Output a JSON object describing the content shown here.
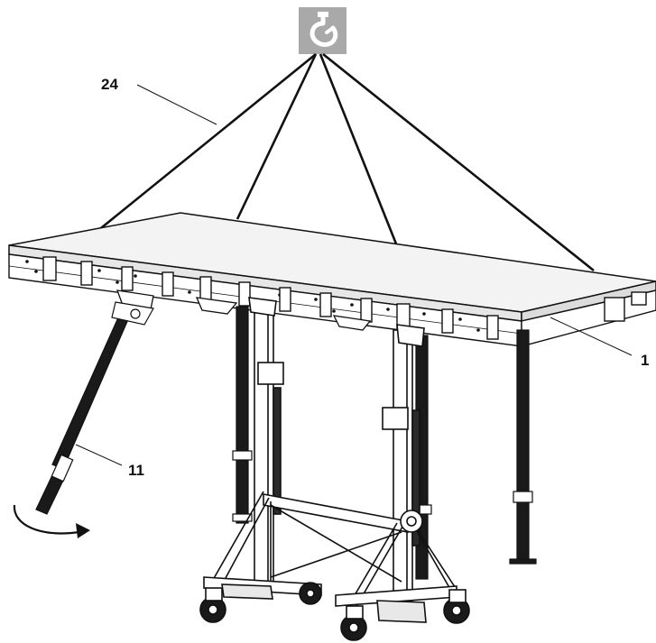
{
  "callouts": {
    "sling": "24",
    "push_pull_prop": "11",
    "table_edge": "1"
  },
  "icons": {
    "crane_hook": "crane-hook-icon"
  },
  "colors": {
    "ink": "#111111",
    "icon_bg": "#a9a9a9",
    "deck": "#f2f2f2",
    "steel": "#ffffff"
  }
}
